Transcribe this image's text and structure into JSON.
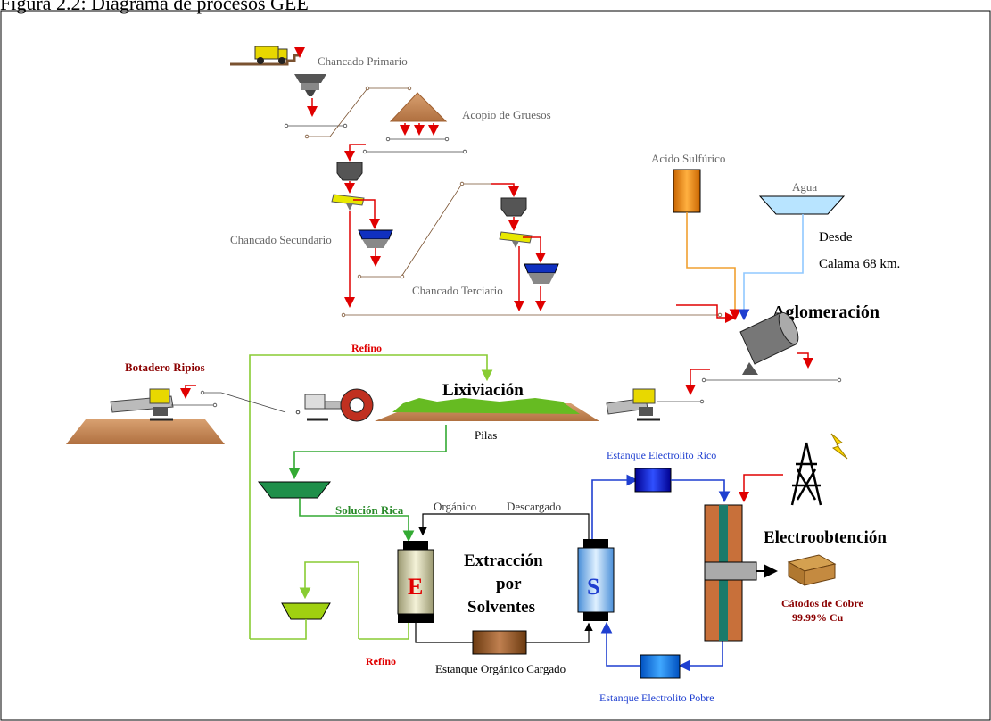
{
  "caption": "Figura 2.2: Diagrama de procesos GEE",
  "labels": {
    "chancado_primario": "Chancado Primario",
    "acopio_gruesos": "Acopio de Gruesos",
    "chancado_secundario": "Chancado Secundario",
    "chancado_terciario": "Chancado Terciario",
    "acido_sulfurico": "Acido Sulfúrico",
    "agua": "Agua",
    "desde": "Desde",
    "calama": "Calama 68 km.",
    "aglomeracion": "Aglomeración",
    "refino_top": "Refino",
    "botadero": "Botadero Ripios",
    "lixiviacion": "Lixiviación",
    "pilas": "Pilas",
    "estanque_rico": "Estanque Electrolito Rico",
    "solucion_rica": "Solución Rica",
    "organico": "Orgánico",
    "descargado": "Descargado",
    "extraccion_1": "Extracción",
    "extraccion_2": "por",
    "extraccion_3": "Solventes",
    "e_letter": "E",
    "s_letter": "S",
    "electroobtencion": "Electroobtención",
    "catodos": "Cátodos de Cobre",
    "pureza": "99.99% Cu",
    "refino_bottom": "Refino",
    "estanque_organico": "Estanque Orgánico Cargado",
    "estanque_pobre": "Estanque Electrolito Pobre"
  },
  "colors": {
    "red": "#e00000",
    "green": "#33aa33",
    "lime": "#88cc33",
    "blue": "#1f3fd0",
    "brown": "#7a5230",
    "dark": "#000000"
  }
}
